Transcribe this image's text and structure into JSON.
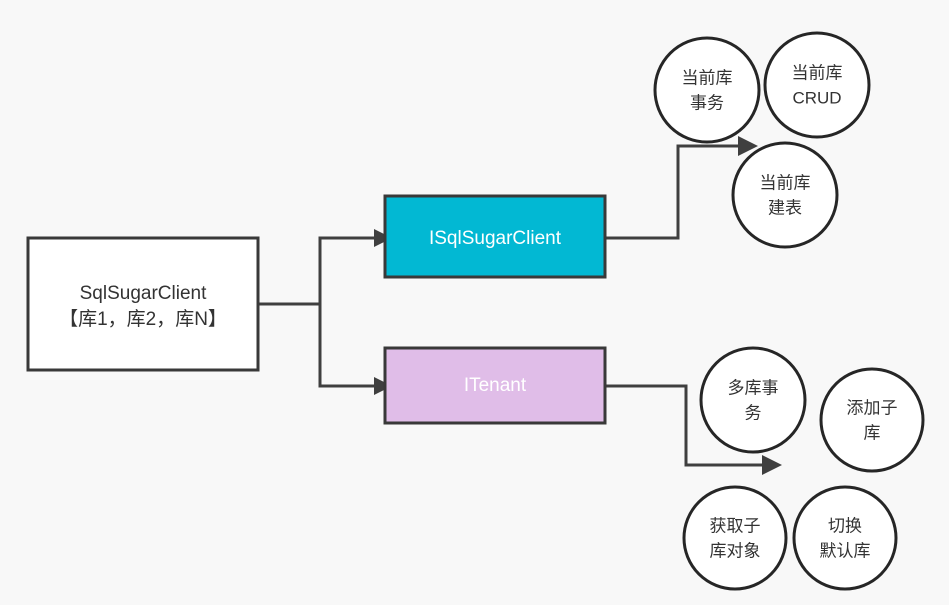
{
  "diagram": {
    "title": "SqlSugarClient tenant architecture diagram",
    "background_color": "#f8f8f8",
    "nodes": {
      "root": {
        "label_line1": "SqlSugarClient",
        "label_line2": "【库1，库2，库N】",
        "shape": "rectangle",
        "fill": "#ffffff",
        "stroke": "#393939",
        "text_color": "#333333"
      },
      "isqlsugarclient": {
        "label": "ISqlSugarClient",
        "shape": "rectangle",
        "fill": "#02b8d3",
        "stroke": "#393939",
        "text_color": "#ffffff"
      },
      "itenant": {
        "label": "ITenant",
        "shape": "rectangle",
        "fill": "#e0bde8",
        "stroke": "#393939",
        "text_color": "#ffffff"
      }
    },
    "circles": [
      {
        "id": "current-db-transaction",
        "line1": "当前库",
        "line2": "事务",
        "fill": "#ffffff",
        "text_color": "#333333"
      },
      {
        "id": "current-db-crud",
        "line1": "当前库",
        "line2": "CRUD",
        "fill": "#ffffff",
        "text_color": "#333333"
      },
      {
        "id": "current-db-create-table",
        "line1": "当前库",
        "line2": "建表",
        "fill": "#ffffff",
        "text_color": "#333333"
      },
      {
        "id": "multi-db-transaction",
        "line1": "多库事",
        "line2": "务",
        "fill": "#ffffff",
        "text_color": "#333333"
      },
      {
        "id": "add-sub-db",
        "line1": "添加子",
        "line2": "库",
        "fill": "#ffffff",
        "text_color": "#333333"
      },
      {
        "id": "get-sub-db-object",
        "line1": "获取子",
        "line2": "库对象",
        "fill": "#fae52b",
        "text_color": "#333333"
      },
      {
        "id": "switch-default-db",
        "line1": "切换",
        "line2": "默认库",
        "fill": "#ffffff",
        "text_color": "#333333"
      }
    ],
    "edges": [
      {
        "id": "root-to-isqlsugarclient",
        "from": "root",
        "to": "isqlsugarclient"
      },
      {
        "id": "root-to-itenant",
        "from": "root",
        "to": "itenant"
      },
      {
        "id": "isqlsugarclient-to-current-db-create-table",
        "from": "isqlsugarclient",
        "to": "current-db-create-table"
      },
      {
        "id": "itenant-to-get-sub-db-object",
        "from": "itenant",
        "to": "get-sub-db-object"
      }
    ]
  }
}
